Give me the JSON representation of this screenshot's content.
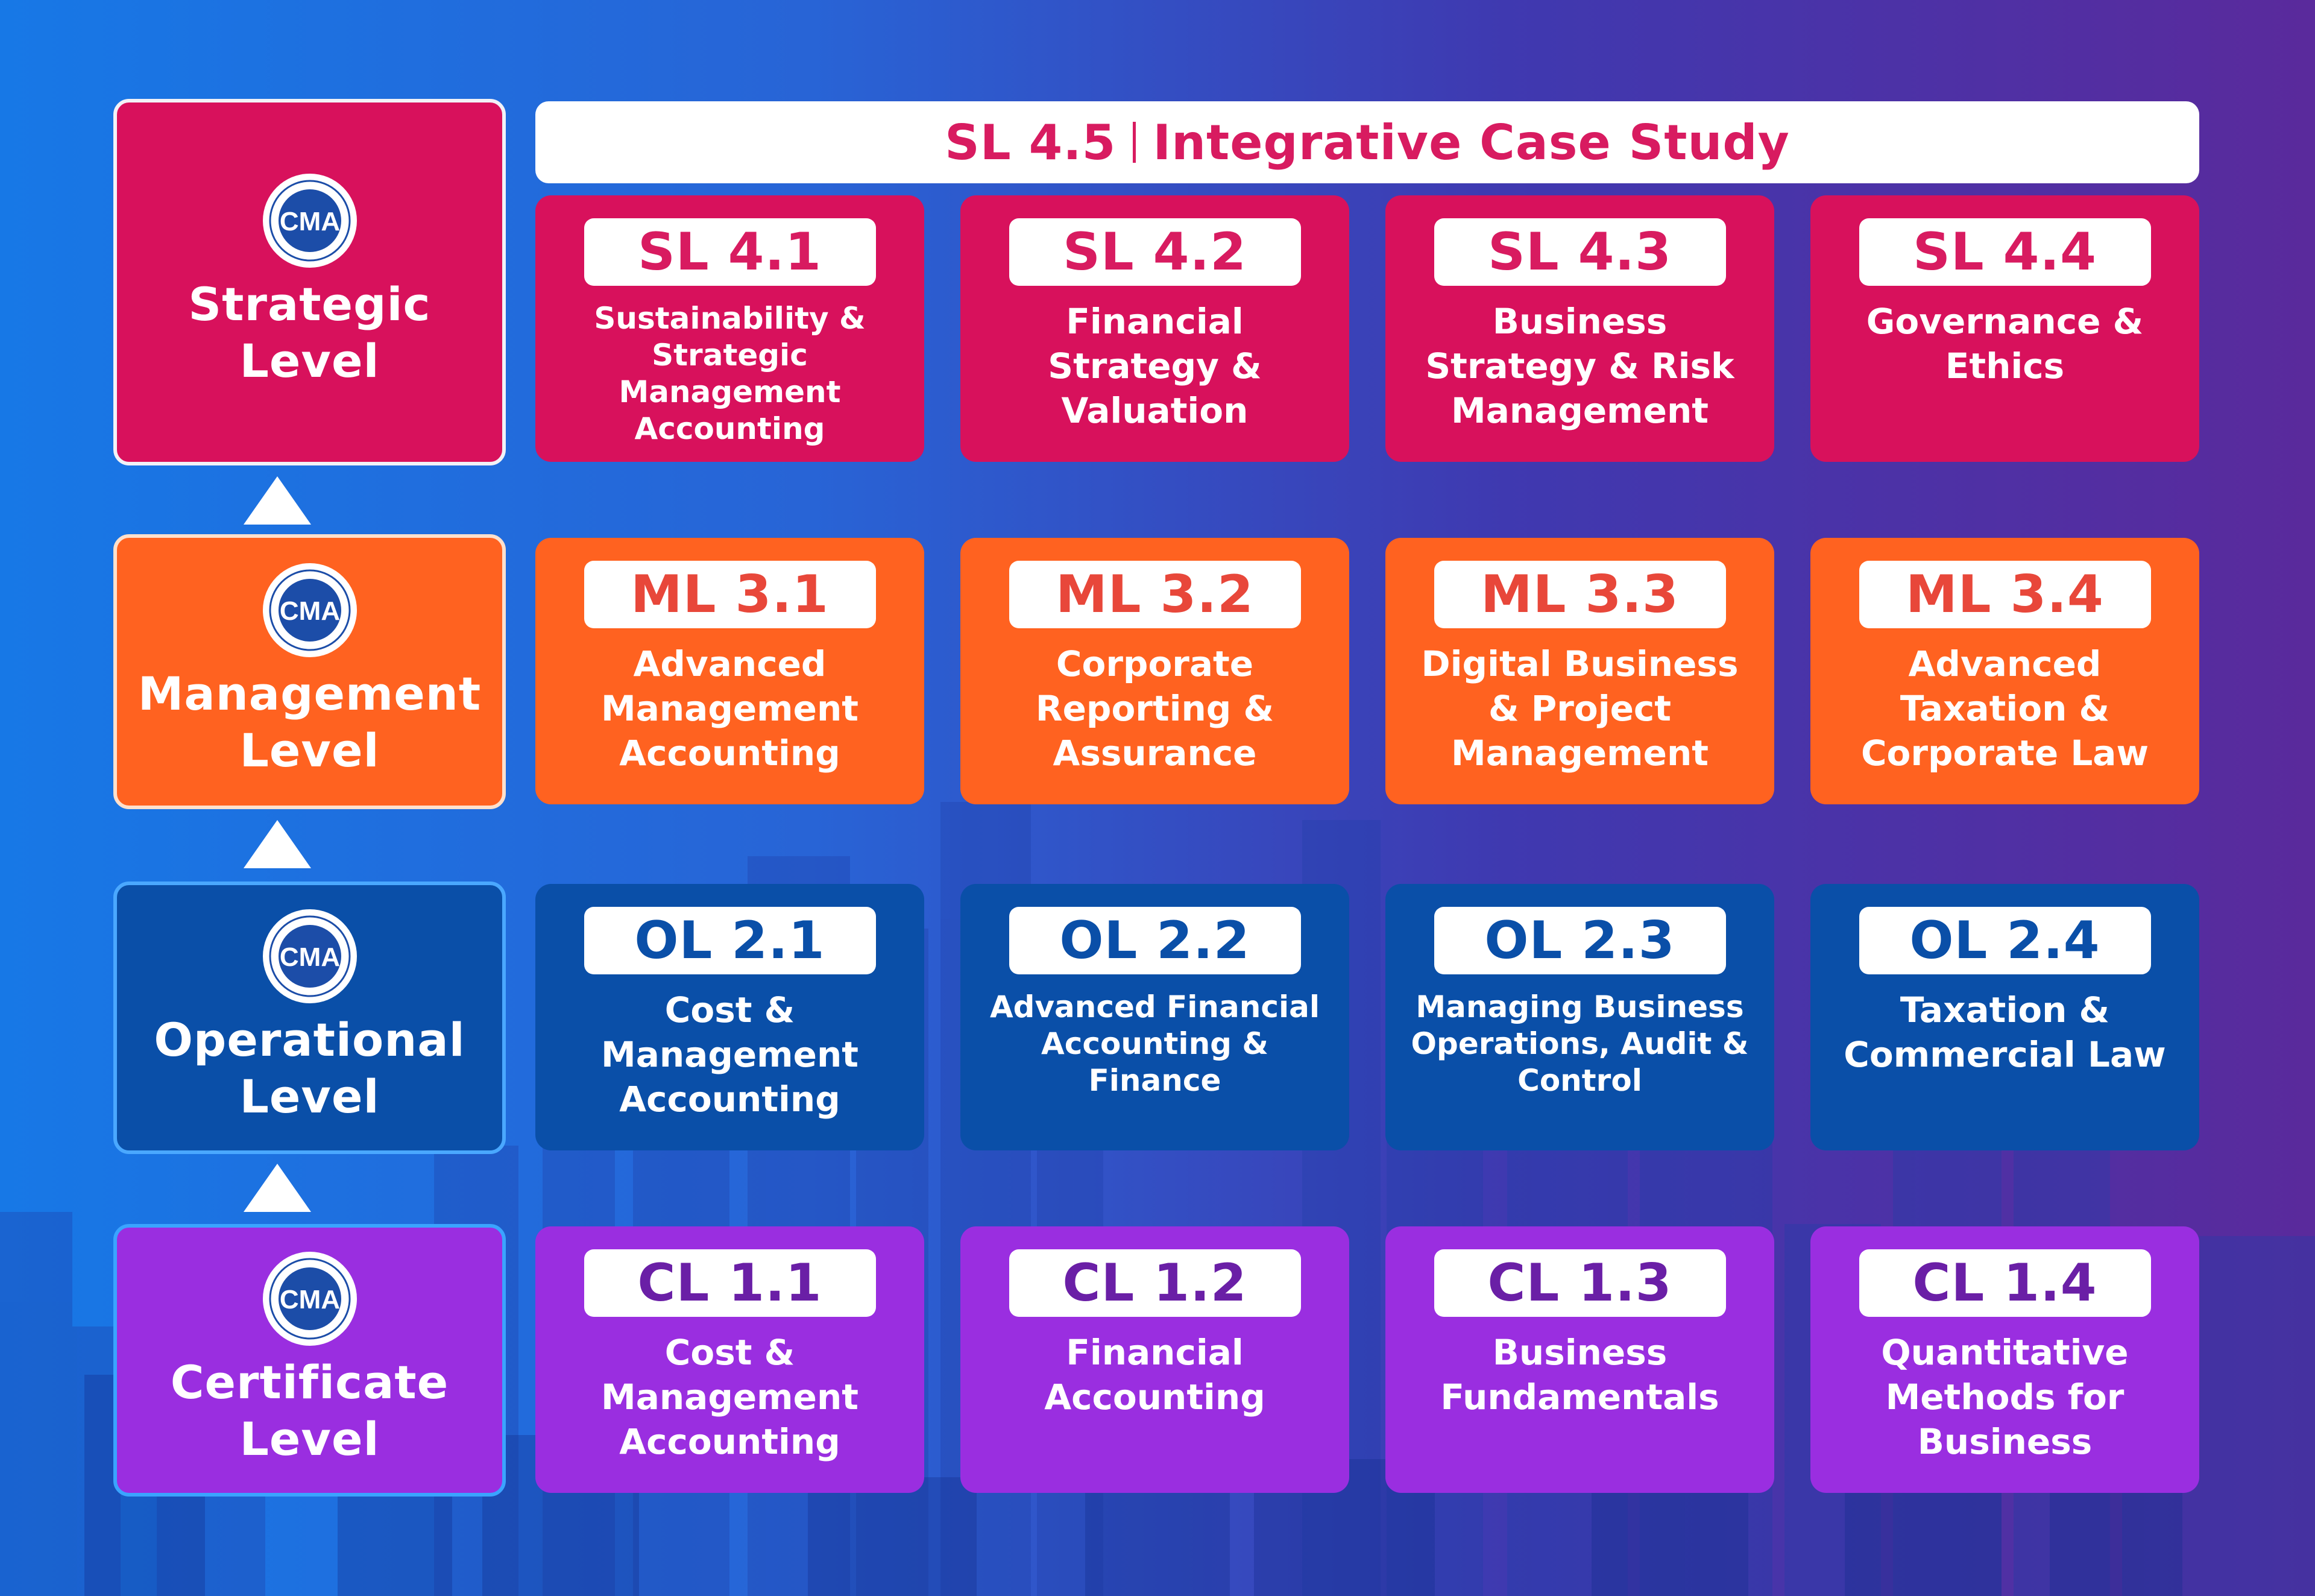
{
  "colors": {
    "strategic": "#d8115c",
    "management": "#ff6220",
    "operational": "#0a4fa8",
    "certificate": "#9a2ee0",
    "strategic_text": "#d81b60",
    "management_text": "#e8473a",
    "operational_text": "#0a4fa8",
    "certificate_text": "#6a1fa6"
  },
  "logo": {
    "text": "CMA",
    "icon": "cma-logo"
  },
  "levels": [
    {
      "key": "sl",
      "name_line1": "Strategic",
      "name_line2": "Level"
    },
    {
      "key": "ml",
      "name_line1": "Management",
      "name_line2": "Level"
    },
    {
      "key": "ol",
      "name_line1": "Operational",
      "name_line2": "Level"
    },
    {
      "key": "cl",
      "name_line1": "Certificate",
      "name_line2": "Level"
    }
  ],
  "banner": {
    "code": "SL 4.5",
    "title": "Integrative Case Study"
  },
  "subjects": {
    "sl": [
      {
        "code": "SL 4.1",
        "title": "Sustainability & Strategic Management Accounting"
      },
      {
        "code": "SL 4.2",
        "title": "Financial Strategy & Valuation"
      },
      {
        "code": "SL 4.3",
        "title": "Business Strategy & Risk Management"
      },
      {
        "code": "SL 4.4",
        "title": "Governance & Ethics"
      }
    ],
    "ml": [
      {
        "code": "ML 3.1",
        "title": "Advanced Management Accounting"
      },
      {
        "code": "ML 3.2",
        "title": "Corporate Reporting & Assurance"
      },
      {
        "code": "ML 3.3",
        "title": "Digital Business & Project Management"
      },
      {
        "code": "ML 3.4",
        "title": "Advanced Taxation & Corporate Law"
      }
    ],
    "ol": [
      {
        "code": "OL 2.1",
        "title": "Cost & Management Accounting"
      },
      {
        "code": "OL 2.2",
        "title": "Advanced Financial Accounting & Finance"
      },
      {
        "code": "OL 2.3",
        "title": "Managing Business Operations, Audit & Control"
      },
      {
        "code": "OL 2.4",
        "title": "Taxation & Commercial Law"
      }
    ],
    "cl": [
      {
        "code": "CL 1.1",
        "title": "Cost & Management Accounting"
      },
      {
        "code": "CL 1.2",
        "title": "Financial Accounting"
      },
      {
        "code": "CL 1.3",
        "title": "Business Fundamentals"
      },
      {
        "code": "CL 1.4",
        "title": "Quantitative Methods for Business"
      }
    ]
  }
}
